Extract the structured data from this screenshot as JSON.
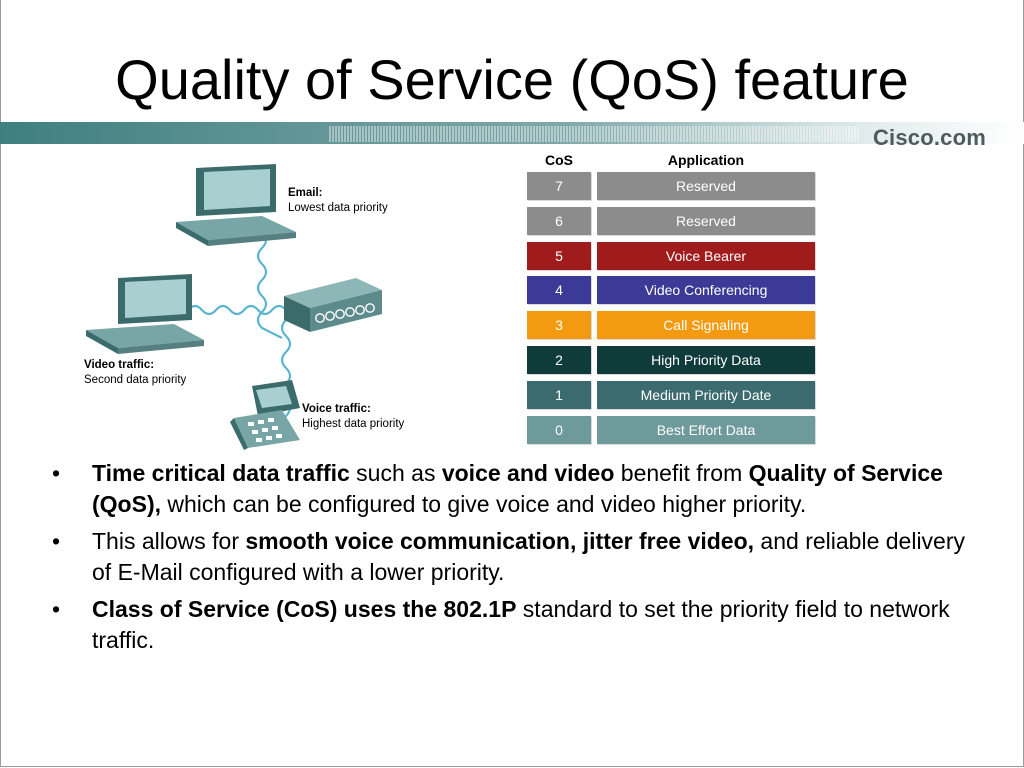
{
  "slide": {
    "title": "Quality of Service (QoS) feature",
    "brand": "Cisco.com"
  },
  "diagram": {
    "email": {
      "title": "Email:",
      "desc": "Lowest data priority"
    },
    "video": {
      "title": "Video traffic:",
      "desc": "Second data priority"
    },
    "voice": {
      "title": "Voice traffic:",
      "desc": "Highest data priority"
    },
    "icons": [
      "laptop-icon",
      "laptop-icon",
      "ip-phone-icon",
      "switch-icon"
    ]
  },
  "cos_table": {
    "header_cos": "CoS",
    "header_app": "Application",
    "rows": [
      {
        "cos": "7",
        "app": "Reserved",
        "color": "#8c8c8c"
      },
      {
        "cos": "6",
        "app": "Reserved",
        "color": "#8c8c8c"
      },
      {
        "cos": "5",
        "app": "Voice Bearer",
        "color": "#a01c1c"
      },
      {
        "cos": "4",
        "app": "Video Conferencing",
        "color": "#3b3a96"
      },
      {
        "cos": "3",
        "app": "Call Signaling",
        "color": "#f39a10"
      },
      {
        "cos": "2",
        "app": "High Priority Data",
        "color": "#0f3b3b"
      },
      {
        "cos": "1",
        "app": "Medium Priority Date",
        "color": "#3b6b6e"
      },
      {
        "cos": "0",
        "app": "Best Effort Data",
        "color": "#6e9a9c"
      }
    ]
  },
  "bullets": [
    {
      "b1": "Time critical data traffic",
      "t1": " such as ",
      "b2": "voice and video",
      "t2": " benefit from ",
      "b3": "Quality of Service (QoS),",
      "t3": " which can be configured to give voice and video higher priority."
    },
    {
      "t1": "This allows for ",
      "b1": "smooth voice communication, jitter free video,",
      "t2": " and reliable delivery of E-Mail configured with a lower priority."
    },
    {
      "b1": "Class of Service (CoS) uses the 802.1P",
      "t1": " standard to set the priority field to network traffic."
    }
  ],
  "bullet_symbol": "•"
}
